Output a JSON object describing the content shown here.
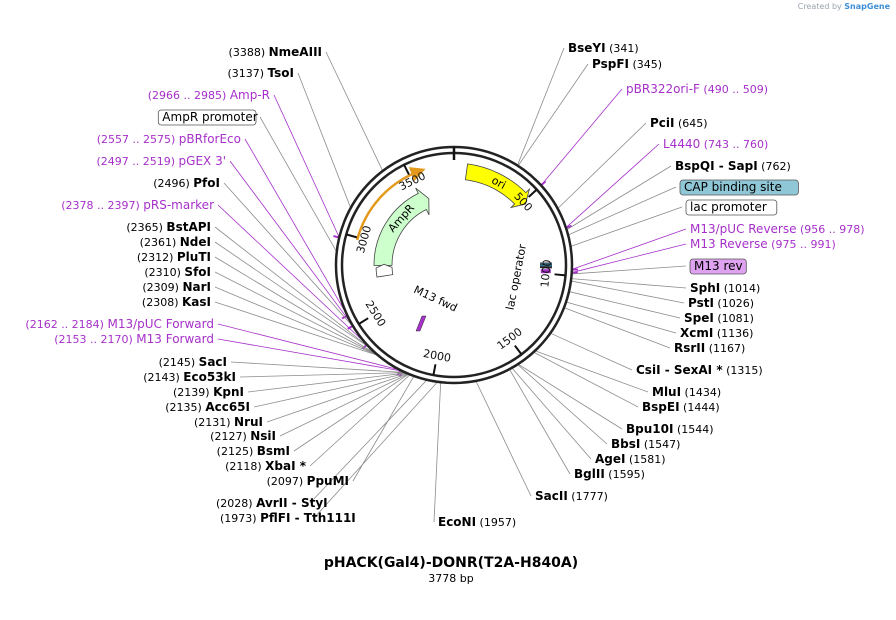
{
  "watermark": {
    "prefix": "Created by",
    "brand": "SnapGene"
  },
  "plasmid": {
    "name": "pHACK(Gal4)-DONR(T2A-H840A)",
    "size_label": "3778 bp",
    "length": 3778
  },
  "colors": {
    "feature": "#a630c9",
    "site": "#000000",
    "ori": "#ffff00",
    "ampr": "#ccffcc",
    "amp_primer": "#e39a1c",
    "cap": "#8fc7d6",
    "m13rev": "#dfa2f0",
    "line": "#8c8c8c"
  },
  "ticks": [
    {
      "pos": 500,
      "label": "500"
    },
    {
      "pos": 1000,
      "label": "1000"
    },
    {
      "pos": 1500,
      "label": "1500"
    },
    {
      "pos": 2000,
      "label": "2000"
    },
    {
      "pos": 2500,
      "label": "2500"
    },
    {
      "pos": 3000,
      "label": "3000"
    },
    {
      "pos": 3500,
      "label": "3500"
    }
  ],
  "inner_features": [
    {
      "id": "ori",
      "label": "ori"
    },
    {
      "id": "ampr",
      "label": "AmpR"
    },
    {
      "id": "ampr-promoter-arrow",
      "label": ""
    },
    {
      "id": "lac-operator",
      "label": "lac operator"
    },
    {
      "id": "m13-fwd",
      "label": "M13 fwd"
    }
  ],
  "labels": [
    {
      "pos": 3388,
      "num": "(3388)",
      "name": "NmeAIII",
      "kind": "site",
      "side": "L",
      "row": 0
    },
    {
      "pos": 3137,
      "num": "(3137)",
      "name": "TsoI",
      "kind": "site",
      "side": "L",
      "row": 1
    },
    {
      "pos": 2975,
      "num": "(2966 .. 2985)",
      "name": "Amp-R",
      "kind": "feature",
      "side": "L",
      "row": 2
    },
    {
      "pos": 2900,
      "num": "",
      "name": "AmpR promoter",
      "kind": "boxed",
      "side": "L",
      "row": 3
    },
    {
      "pos": 2566,
      "num": "(2557 .. 2575)",
      "name": "pBRforEco",
      "kind": "feature",
      "side": "L",
      "row": 4
    },
    {
      "pos": 2508,
      "num": "(2497 .. 2519)",
      "name": "pGEX 3'",
      "kind": "feature",
      "side": "L",
      "row": 5
    },
    {
      "pos": 2496,
      "num": "(2496)",
      "name": "PfoI",
      "kind": "site",
      "side": "L",
      "row": 6
    },
    {
      "pos": 2388,
      "num": "(2378 .. 2397)",
      "name": "pRS-marker",
      "kind": "feature",
      "side": "L",
      "row": 7
    },
    {
      "pos": 2365,
      "num": "(2365)",
      "name": "BstAPI",
      "kind": "site",
      "side": "L",
      "row": 8
    },
    {
      "pos": 2361,
      "num": "(2361)",
      "name": "NdeI",
      "kind": "site",
      "side": "L",
      "row": 9
    },
    {
      "pos": 2312,
      "num": "(2312)",
      "name": "PluTI",
      "kind": "site",
      "side": "L",
      "row": 10
    },
    {
      "pos": 2310,
      "num": "(2310)",
      "name": "SfoI",
      "kind": "site",
      "side": "L",
      "row": 11
    },
    {
      "pos": 2309,
      "num": "(2309)",
      "name": "NarI",
      "kind": "site",
      "side": "L",
      "row": 12
    },
    {
      "pos": 2308,
      "num": "(2308)",
      "name": "KasI",
      "kind": "site",
      "side": "L",
      "row": 13
    },
    {
      "pos": 2173,
      "num": "(2162 .. 2184)",
      "name": "M13/pUC Forward",
      "kind": "feature",
      "side": "L",
      "row": 14
    },
    {
      "pos": 2161,
      "num": "(2153 .. 2170)",
      "name": "M13 Forward",
      "kind": "feature",
      "side": "L",
      "row": 15
    },
    {
      "pos": 2145,
      "num": "(2145)",
      "name": "SacI",
      "kind": "site",
      "side": "L",
      "row": 16
    },
    {
      "pos": 2143,
      "num": "(2143)",
      "name": "Eco53kI",
      "kind": "site",
      "side": "L",
      "row": 17
    },
    {
      "pos": 2139,
      "num": "(2139)",
      "name": "KpnI",
      "kind": "site",
      "side": "L",
      "row": 18
    },
    {
      "pos": 2135,
      "num": "(2135)",
      "name": "Acc65I",
      "kind": "site",
      "side": "L",
      "row": 19
    },
    {
      "pos": 2131,
      "num": "(2131)",
      "name": "NruI",
      "kind": "site",
      "side": "L",
      "row": 20
    },
    {
      "pos": 2127,
      "num": "(2127)",
      "name": "NsiI",
      "kind": "site",
      "side": "L",
      "row": 21
    },
    {
      "pos": 2125,
      "num": "(2125)",
      "name": "BsmI",
      "kind": "site",
      "side": "L",
      "row": 22
    },
    {
      "pos": 2118,
      "num": "(2118)",
      "name": "XbaI *",
      "kind": "site",
      "side": "L",
      "row": 23
    },
    {
      "pos": 2097,
      "num": "(2097)",
      "name": "PpuMI",
      "kind": "site",
      "side": "L",
      "row": 24
    },
    {
      "pos": 2028,
      "num": "(2028)",
      "name": "AvrII",
      "name2": "- StyI",
      "kind": "site",
      "side": "L",
      "row": 25
    },
    {
      "pos": 1973,
      "num": "(1973)",
      "name": "PflFI",
      "name2": "- Tth111I",
      "kind": "site",
      "side": "L",
      "row": 26
    },
    {
      "pos": 1957,
      "num": "(1957)",
      "name": "EcoNI",
      "kind": "site",
      "side": "R",
      "row": 27
    },
    {
      "pos": 341,
      "num": "(341)",
      "name": "BseYI",
      "kind": "site",
      "side": "R",
      "row": 0
    },
    {
      "pos": 345,
      "num": "(345)",
      "name": "PspFI",
      "kind": "site",
      "side": "R",
      "row": 1
    },
    {
      "pos": 499,
      "num": "(490 .. 509)",
      "name": "pBR322ori-F",
      "kind": "feature",
      "side": "R",
      "row": 2
    },
    {
      "pos": 645,
      "num": "(645)",
      "name": "PciI",
      "kind": "site",
      "side": "R",
      "row": 3
    },
    {
      "pos": 751,
      "num": "(743 .. 760)",
      "name": "L4440",
      "kind": "feature",
      "side": "R",
      "row": 4
    },
    {
      "pos": 762,
      "num": "(762)",
      "name": "BspQI",
      "name2": "- SapI",
      "kind": "site",
      "side": "R",
      "row": 5
    },
    {
      "pos": 790,
      "num": "",
      "name": "CAP binding site",
      "kind": "cap",
      "side": "R",
      "row": 6
    },
    {
      "pos": 850,
      "num": "",
      "name": "lac promoter",
      "kind": "boxed",
      "side": "R",
      "row": 7
    },
    {
      "pos": 967,
      "num": "(956 .. 978)",
      "name": "M13/pUC Reverse",
      "kind": "feature",
      "side": "R",
      "row": 8
    },
    {
      "pos": 983,
      "num": "(975 .. 991)",
      "name": "M13 Reverse",
      "kind": "feature",
      "side": "R",
      "row": 9
    },
    {
      "pos": 990,
      "num": "",
      "name": "M13 rev",
      "kind": "m13rev",
      "side": "R",
      "row": 10
    },
    {
      "pos": 1014,
      "num": "(1014)",
      "name": "SphI",
      "kind": "site",
      "side": "R",
      "row": 11
    },
    {
      "pos": 1026,
      "num": "(1026)",
      "name": "PstI",
      "kind": "site",
      "side": "R",
      "row": 12
    },
    {
      "pos": 1081,
      "num": "(1081)",
      "name": "SpeI",
      "kind": "site",
      "side": "R",
      "row": 13
    },
    {
      "pos": 1136,
      "num": "(1136)",
      "name": "XcmI",
      "kind": "site",
      "side": "R",
      "row": 14
    },
    {
      "pos": 1167,
      "num": "(1167)",
      "name": "RsrII",
      "kind": "site",
      "side": "R",
      "row": 15
    },
    {
      "pos": 1315,
      "num": "(1315)",
      "name": "CsiI",
      "name2": "- SexAI *",
      "kind": "site",
      "side": "R",
      "row": 16
    },
    {
      "pos": 1434,
      "num": "(1434)",
      "name": "MluI",
      "kind": "site",
      "side": "R",
      "row": 17
    },
    {
      "pos": 1444,
      "num": "(1444)",
      "name": "BspEI",
      "kind": "site",
      "side": "R",
      "row": 18
    },
    {
      "pos": 1544,
      "num": "(1544)",
      "name": "Bpu10I",
      "kind": "site",
      "side": "R",
      "row": 19
    },
    {
      "pos": 1547,
      "num": "(1547)",
      "name": "BbsI",
      "kind": "site",
      "side": "R",
      "row": 20
    },
    {
      "pos": 1581,
      "num": "(1581)",
      "name": "AgeI",
      "kind": "site",
      "side": "R",
      "row": 21
    },
    {
      "pos": 1595,
      "num": "(1595)",
      "name": "BglII",
      "kind": "site",
      "side": "R",
      "row": 22
    },
    {
      "pos": 1777,
      "num": "(1777)",
      "name": "SacII",
      "kind": "site",
      "side": "R",
      "row": 23
    }
  ]
}
